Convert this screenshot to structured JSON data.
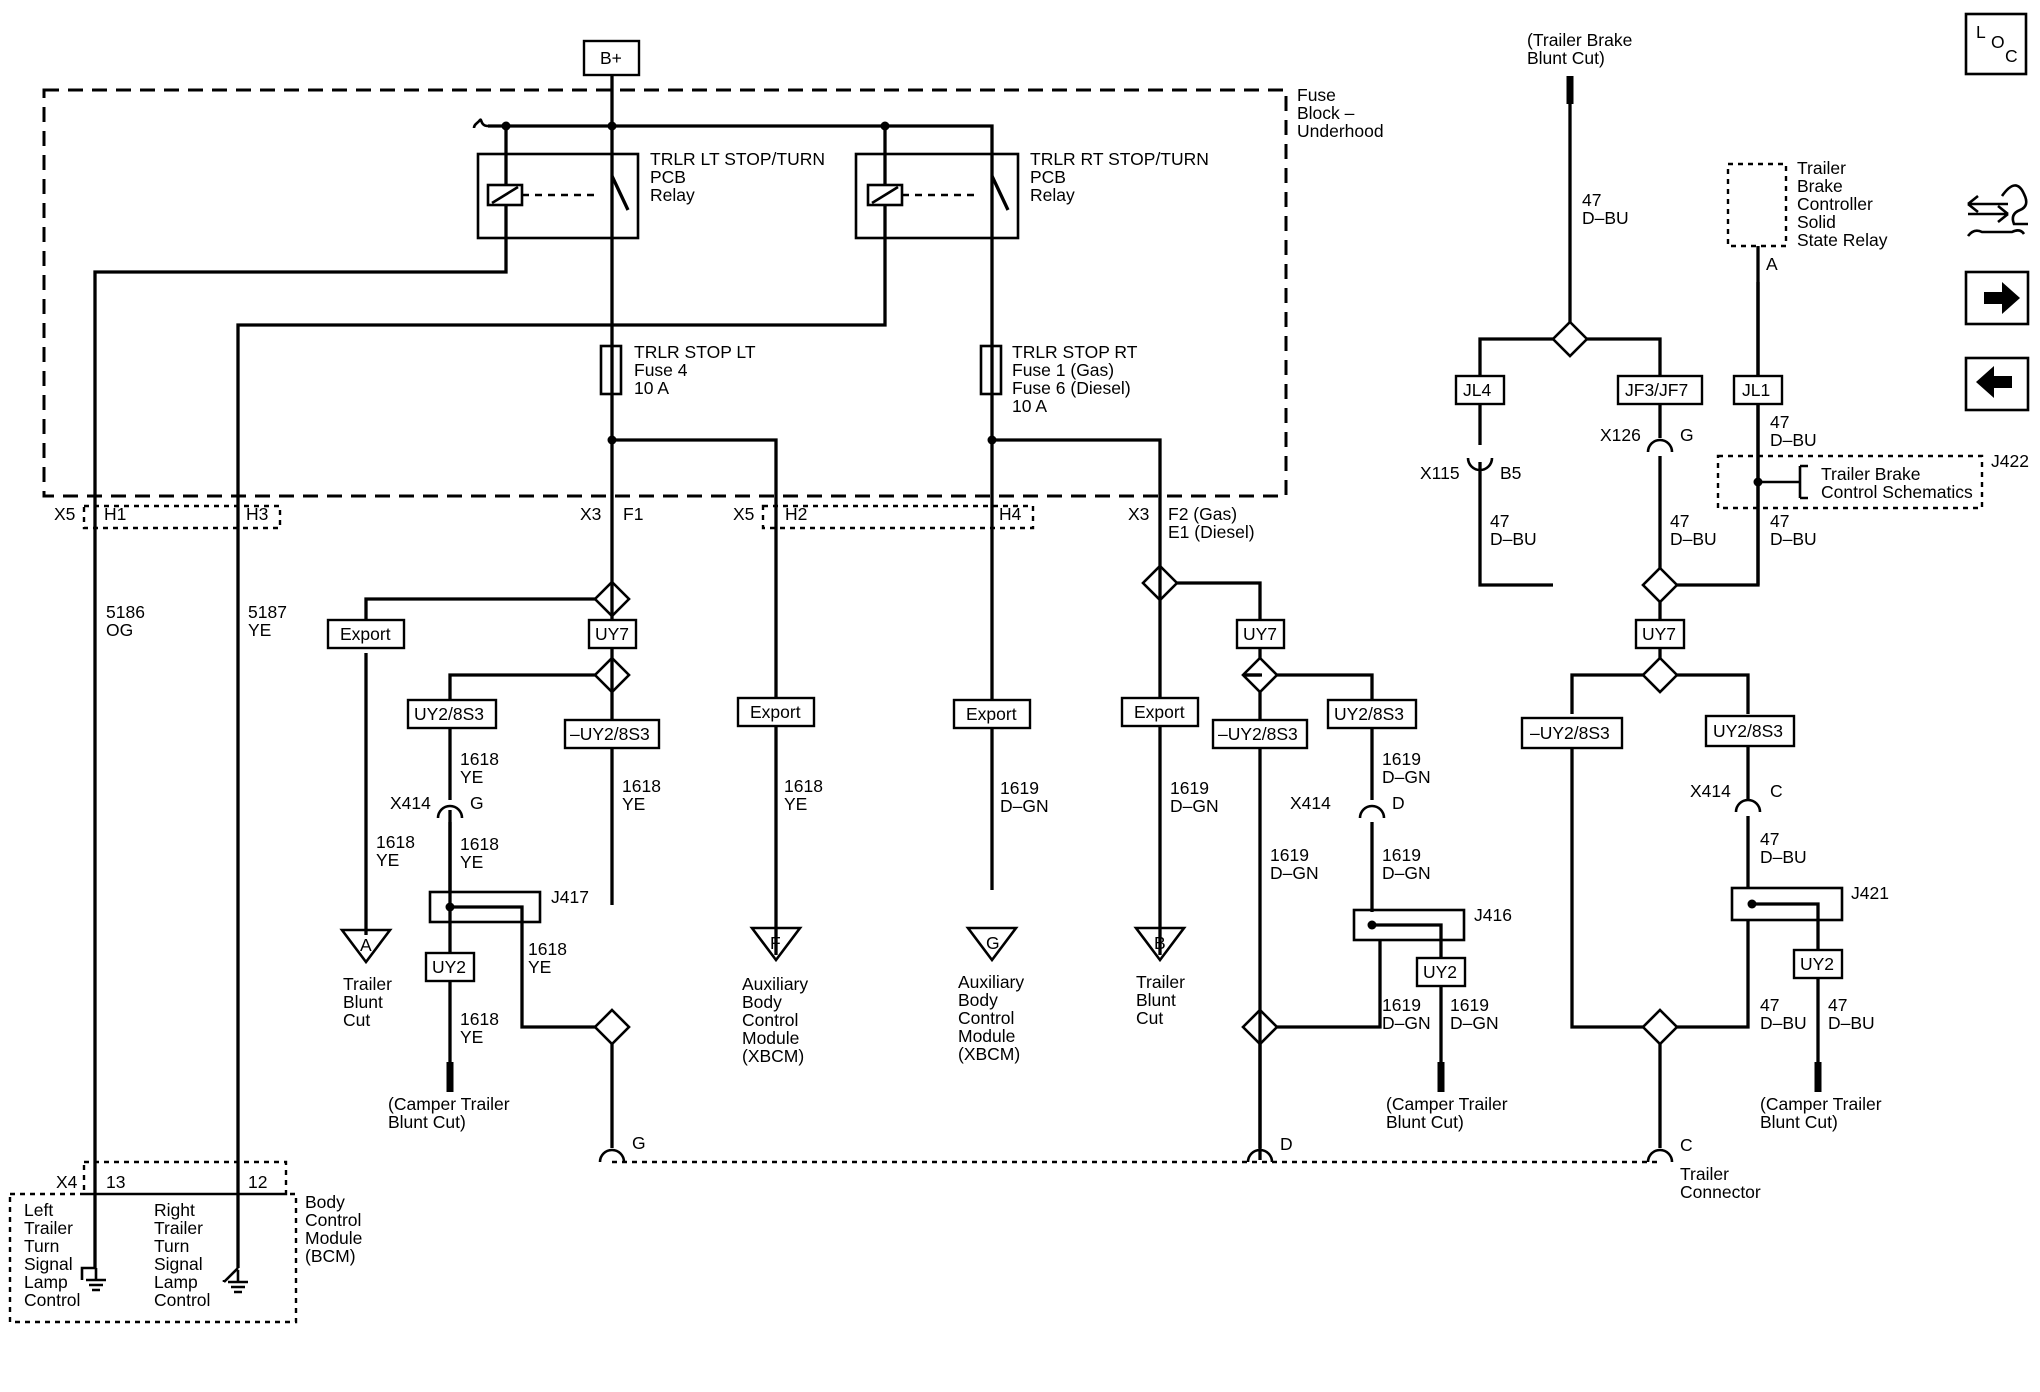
{
  "power": {
    "bplus": "B+"
  },
  "fuse_block": {
    "title": [
      "Fuse",
      "Block –",
      "Underhood"
    ]
  },
  "relays": {
    "lt": [
      "TRLR LT STOP/TURN",
      "PCB",
      "Relay"
    ],
    "rt": [
      "TRLR RT STOP/TURN",
      "PCB",
      "Relay"
    ]
  },
  "fuses": {
    "lt": [
      "TRLR STOP LT",
      "Fuse 4",
      "10 A"
    ],
    "rt": [
      "TRLR STOP RT",
      "Fuse 1 (Gas)",
      "Fuse 6 (Diesel)",
      "10 A"
    ]
  },
  "connector_labels": {
    "x5_h1_conn": "X5",
    "x5_h1_pin": "H1",
    "h3": "H3",
    "x3_f1_conn": "X3",
    "x3_f1_pin": "F1",
    "x5_h2_conn": "X5",
    "x5_h2_pin": "H2",
    "h4": "H4",
    "x3_f2_conn": "X3",
    "x3_f2_pin": "F2 (Gas)",
    "x3_e1_pin": "E1 (Diesel)"
  },
  "wires": {
    "w5186": [
      "5186",
      "OG"
    ],
    "w5187": [
      "5187",
      "YE"
    ],
    "w1618ye": [
      "1618",
      "YE"
    ],
    "w1619dgn": [
      "1619",
      "D–GN"
    ],
    "w47dbu": [
      "47",
      "D–BU"
    ]
  },
  "options": {
    "export": "Export",
    "uy7": "UY7",
    "uy2_8s3": "UY2/8S3",
    "not_uy2_8s3": "–UY2/8S3",
    "uy2": "UY2",
    "jl4": "JL4",
    "jf3_jf7": "JF3/JF7",
    "jl1": "JL1"
  },
  "inline_connectors": {
    "x414": "X414",
    "x414_g": "G",
    "x414_d": "D",
    "x414_c": "C",
    "x115": "X115",
    "x115_pin": "B5",
    "x126": "X126",
    "x126_pin": "G",
    "relay_a": "A"
  },
  "splices": {
    "j417": "J417",
    "j416": "J416",
    "j421": "J421",
    "j422": "J422"
  },
  "offpage": {
    "a": "A",
    "f": "F",
    "g": "G",
    "b": "B",
    "trailer_blunt_cut": [
      "Trailer",
      "Blunt",
      "Cut"
    ],
    "xbcm": [
      "Auxiliary",
      "Body",
      "Control",
      "Module",
      "(XBCM)"
    ]
  },
  "refs": {
    "camper_trailer": [
      "(Camper Trailer",
      "Blunt Cut)"
    ],
    "trailer_brake": [
      "(Trailer Brake",
      "Blunt Cut)"
    ]
  },
  "trailer_connector": {
    "pin_g": "G",
    "pin_d": "D",
    "pin_c": "C",
    "label": [
      "Trailer",
      "Connector"
    ]
  },
  "trailer_brake_relay": [
    "Trailer",
    "Brake",
    "Controller",
    "Solid",
    "State Relay"
  ],
  "trailer_brake_schematics": [
    "Trailer Brake",
    "Control Schematics"
  ],
  "bcm": {
    "connector": "X4",
    "pin13": "13",
    "pin12": "12",
    "title": [
      "Body",
      "Control",
      "Module",
      "(BCM)"
    ],
    "left_function": [
      "Left",
      "Trailer",
      "Turn",
      "Signal",
      "Lamp",
      "Control"
    ],
    "right_function": [
      "Right",
      "Trailer",
      "Turn",
      "Signal",
      "Lamp",
      "Control"
    ]
  },
  "nav": {
    "loc_l": "L",
    "loc_o": "O",
    "loc_c": "C"
  }
}
